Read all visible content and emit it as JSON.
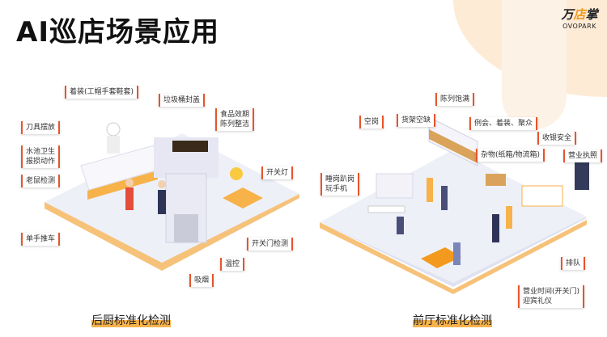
{
  "title": "AI巡店场景应用",
  "logo": {
    "cn_pre": "万",
    "cn_mid": "店",
    "cn_post": "掌",
    "en": "OVOPARK"
  },
  "colors": {
    "accent": "#f39a1e",
    "label_border": "#e8542b",
    "platform": "#eceef7"
  },
  "kitchen": {
    "section_title": "后厨标准化检测",
    "labels": [
      "着装(工帽手套鞋套)",
      "垃圾桶封盖",
      "食品效期\n陈列整洁",
      "刀具摆放",
      "水池卫生\n报损动作",
      "老鼠检测",
      "开关灯",
      "单手推车",
      "开关门检测",
      "温控",
      "吸烟"
    ]
  },
  "hall": {
    "section_title": "前厅标准化检测",
    "labels": [
      "陈列饱满",
      "空岗",
      "货架空缺",
      "例会、着装、聚众",
      "收银安全",
      "营业执照",
      "杂物(纸箱/物流箱)",
      "睡岗趴岗\n玩手机",
      "排队",
      "营业时间(开关门)\n迎宾礼仪"
    ]
  }
}
